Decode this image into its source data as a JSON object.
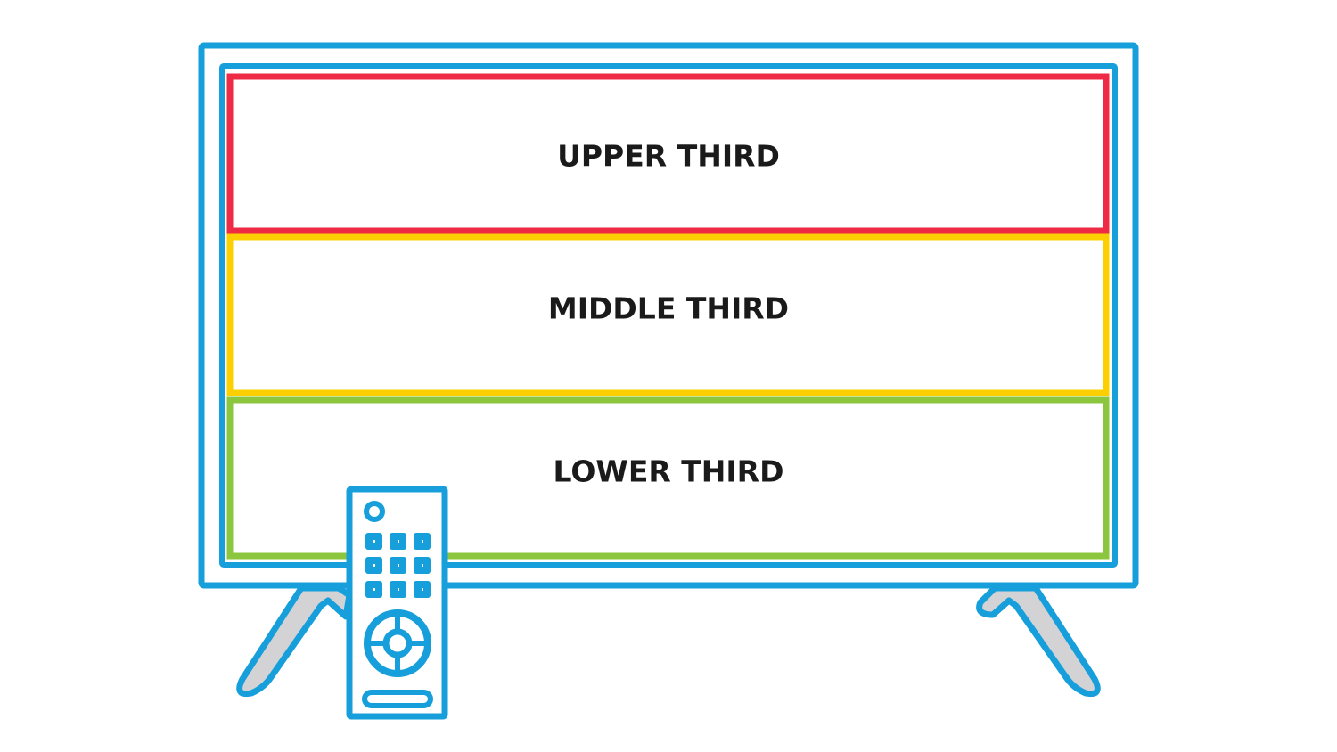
{
  "labels": {
    "upper": "UPPER THIRD",
    "middle": "MIDDLE THIRD",
    "lower": "LOWER THIRD"
  },
  "colors": {
    "tv_frame": "#169fda",
    "upper": "#ee2a44",
    "middle": "#fcd000",
    "lower": "#8cc63f",
    "leg_fill": "#d3d3d5",
    "text": "#1a1a1a"
  },
  "icons": [
    "tv-icon",
    "remote-control-icon"
  ]
}
